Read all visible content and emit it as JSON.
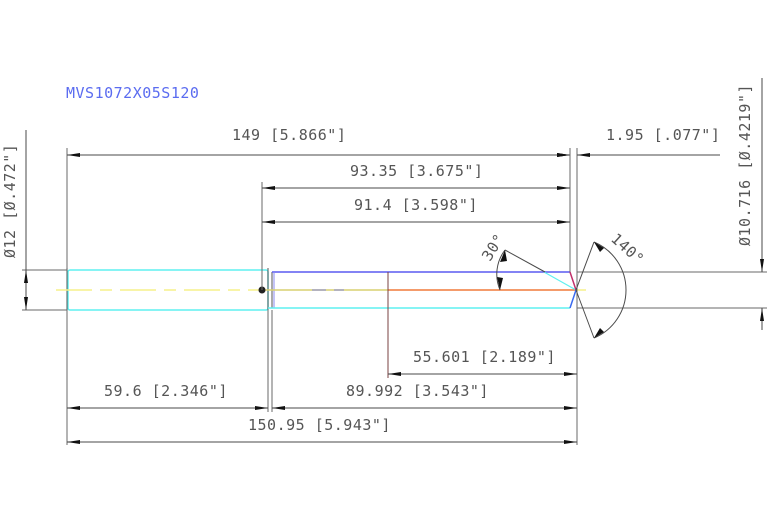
{
  "title": "MVS1072X05S120",
  "colors": {
    "title": "#5b6cf0",
    "dimension": "#4a4a4a",
    "shank_outline": "#5ff0f0",
    "body_outline_top": "#5a5af0",
    "centerline": "#f5f08a",
    "tip_center": "#f07a3a",
    "tip_edge": "#c0306a"
  },
  "dimensions": {
    "overall_length_top": "149 [5.866\"]",
    "flute_length_93": "93.35 [3.675\"]",
    "flute_length_91": "91.4 [3.598\"]",
    "tip_offset": "1.95 [.077\"]",
    "shank_diameter": "Ø12 [Ø.472\"]",
    "cutting_diameter": "Ø10.716 [Ø.4219\"]",
    "angle_30": "30°",
    "angle_140": "140°",
    "length_55": "55.601 [2.189\"]",
    "shank_length": "59.6 [2.346\"]",
    "body_length": "89.992 [3.543\"]",
    "overall_length_bottom": "150.95 [5.943\"]"
  }
}
